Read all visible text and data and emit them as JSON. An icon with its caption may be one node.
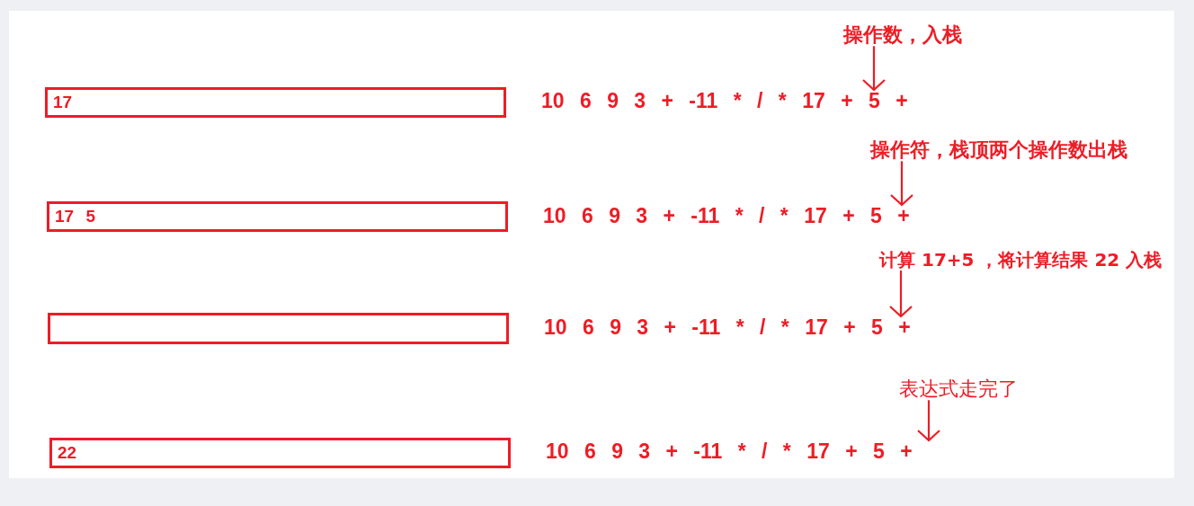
{
  "diagram": {
    "nodes": [
      {
        "text": [
          "操作数，入栈"
        ]
      },
      {
        "text": [
          "17"
        ]
      },
      {
        "text": [
          "10 6 9 3 + -11 * / * 17 + 5 +"
        ]
      },
      {
        "text": [
          "操作符，栈顶两个操作数出栈"
        ]
      },
      {
        "text": [
          "17 5"
        ]
      },
      {
        "text": [
          "10 6 9 3 + -11 * / * 17 + 5 +"
        ]
      },
      {
        "text": [
          "计算 17+5 ，将计算结果 22 入栈"
        ]
      },
      {
        "text": [],
        "shape": "box"
      },
      {
        "text": [
          "10 6 9 3 + -11 * / * 17 + 5 +"
        ]
      },
      {
        "text": [
          "表达式走完了"
        ]
      },
      {
        "text": [
          "22"
        ]
      },
      {
        "text": [
          "10 6 9 3 + -11 * / * 17 + 5 +"
        ]
      }
    ],
    "edges": [
      {
        "from": 0,
        "to": 2,
        "arrow": "to"
      },
      {
        "from": 3,
        "to": 5,
        "arrow": "to"
      },
      {
        "from": 6,
        "to": 8,
        "arrow": "to"
      },
      {
        "from": 9,
        "to": 11,
        "arrow": "to"
      }
    ]
  }
}
